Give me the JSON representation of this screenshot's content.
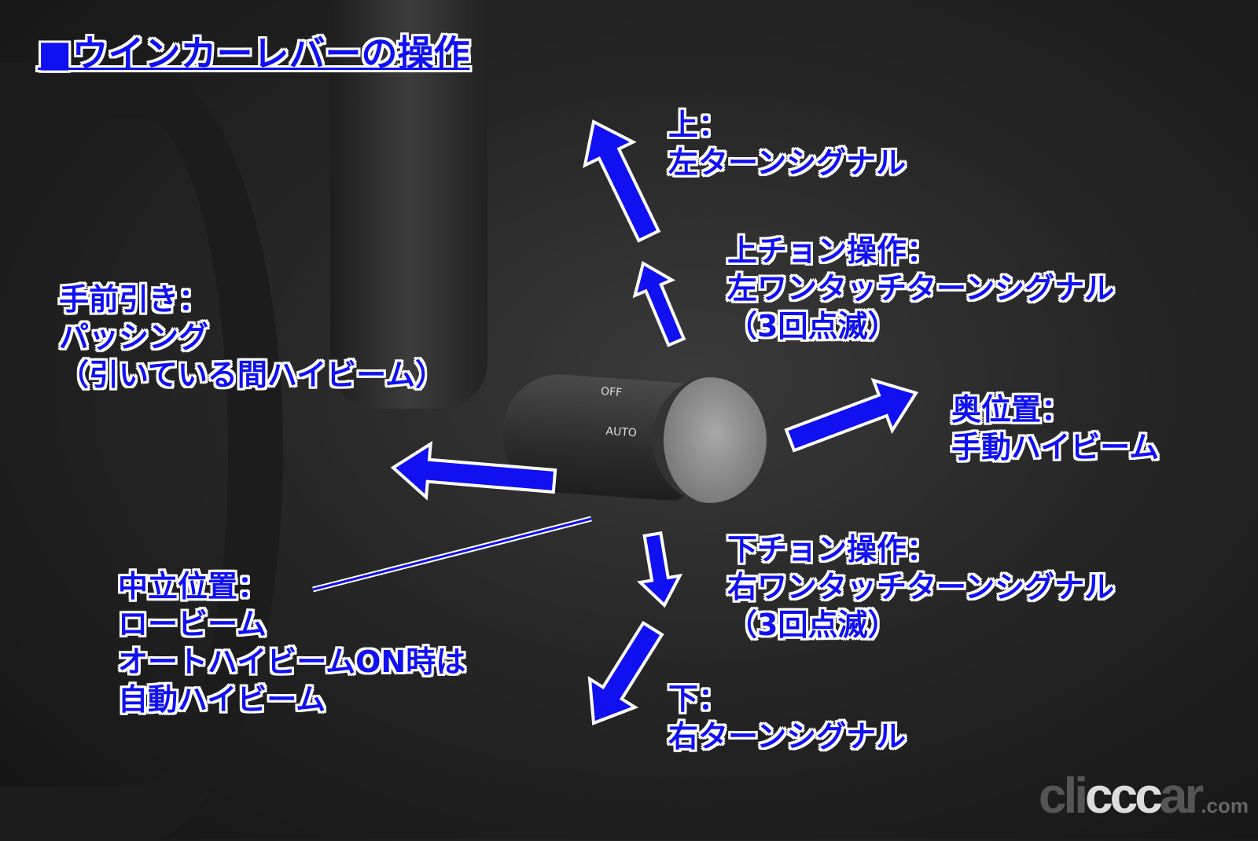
{
  "title": "■ウインカーレバーの操作",
  "labels": {
    "up": [
      "上：",
      "左ターンシグナル"
    ],
    "up_tap": [
      "上チョン操作：",
      "左ワンタッチターンシグナル",
      "（3回点滅）"
    ],
    "pull": [
      "手前引き：",
      "パッシング",
      "（引いている間ハイビーム）"
    ],
    "push": [
      "奥位置：",
      "手動ハイビーム"
    ],
    "down_tap": [
      "下チョン操作：",
      "右ワンタッチターンシグナル",
      "（3回点滅）"
    ],
    "neutral": [
      "中立位置：",
      "ロービーム",
      "オートハイビームON時は",
      "自動ハイビーム"
    ],
    "down": [
      "下：",
      "右ターンシグナル"
    ]
  },
  "lever_markings": [
    "OFF",
    "AUTO"
  ],
  "watermark": {
    "a": "cli",
    "b": "ccc",
    "c": "ar",
    "d": ".com"
  },
  "colors": {
    "label": "#1010f0",
    "outline": "#ffffff"
  }
}
